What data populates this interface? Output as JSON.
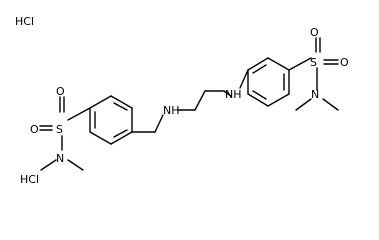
{
  "labels": {
    "hcl_top": "HCl",
    "hcl_bottom": "HCl",
    "nh_left": "NH",
    "nh_right": "NH",
    "s_left": "S",
    "s_right": "S",
    "o_left_top": "O",
    "o_left_bottom": "O",
    "o_right_top": "O",
    "o_right_bottom": "O",
    "n_left": "N",
    "n_right": "N"
  }
}
